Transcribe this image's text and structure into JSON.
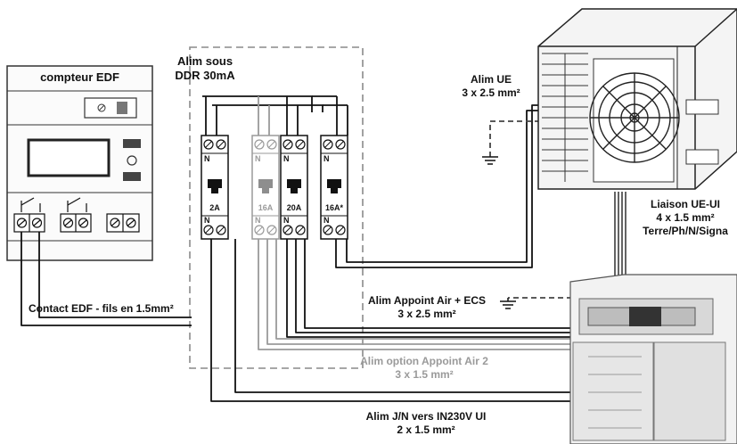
{
  "meter": {
    "title": "compteur EDF"
  },
  "panel": {
    "title_line1": "Alim sous",
    "title_line2": "DDR 30mA"
  },
  "breakers": [
    {
      "rating": "2A",
      "top_mark": "N",
      "bottom_mark": "N",
      "greyed": false
    },
    {
      "rating": "16A",
      "top_mark": "N",
      "bottom_mark": "N",
      "greyed": true
    },
    {
      "rating": "20A",
      "top_mark": "N",
      "bottom_mark": "N",
      "greyed": false
    },
    {
      "rating": "16A*",
      "top_mark": "N",
      "bottom_mark": "N",
      "greyed": false
    }
  ],
  "labels": {
    "alim_ue": {
      "line1": "Alim UE",
      "line2": "3 x 2.5 mm²"
    },
    "liaison": {
      "line1": "Liaison UE-UI",
      "line2": "4 x 1.5 mm²",
      "line3": "Terre/Ph/N/Signa"
    },
    "contact_edf": "Contact EDF - fils en 1.5mm²",
    "appoint_air_ecs": {
      "line1": "Alim Appoint Air + ECS",
      "line2": "3 x 2.5 mm²"
    },
    "option_appoint": {
      "line1": "Alim option Appoint Air 2",
      "line2": "3 x 1.5 mm²"
    },
    "alim_jn": {
      "line1": "Alim J/N vers IN230V UI",
      "line2": "2 x 1.5 mm²"
    }
  },
  "colors": {
    "wire": "#111111",
    "wire_grey": "#9a9a9a",
    "dashed_box": "#8a8a8a"
  }
}
